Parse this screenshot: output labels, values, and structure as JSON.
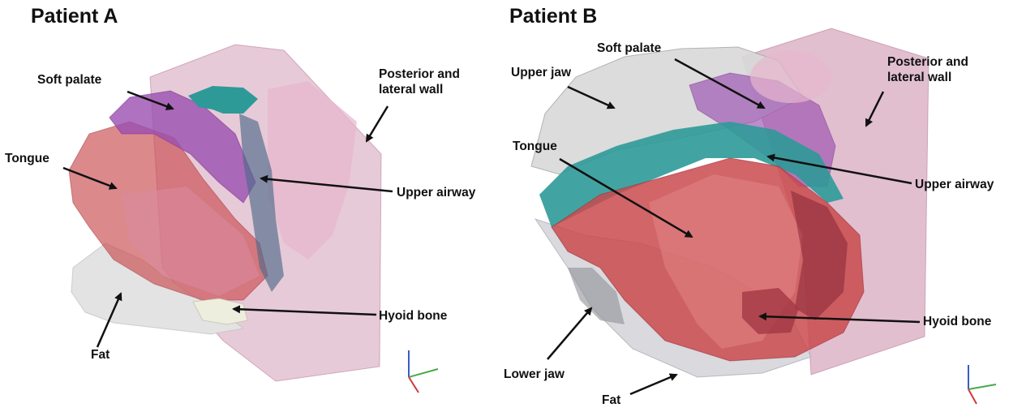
{
  "panels": [
    {
      "title": "Patient A",
      "labels": {
        "soft_palate": "Soft palate",
        "tongue": "Tongue",
        "fat": "Fat",
        "posterior_wall": "Posterior and\nlateral wall",
        "upper_airway": "Upper airway",
        "hyoid_bone": "Hyoid bone"
      }
    },
    {
      "title": "Patient B",
      "labels": {
        "upper_jaw": "Upper jaw",
        "soft_palate": "Soft palate",
        "posterior_wall": "Posterior and\nlateral wall",
        "tongue": "Tongue",
        "upper_airway": "Upper airway",
        "hyoid_bone": "Hyoid bone",
        "lower_jaw": "Lower jaw",
        "fat": "Fat"
      }
    }
  ],
  "colors": {
    "posterior_wall": "#c98aa8",
    "soft_palate": "#9a4fb0",
    "tongue": "#c94a4e",
    "upper_airway": "#2e9a98",
    "fat": "#e3e3e3",
    "hyoid_bone": "#eeeede",
    "upper_jaw": "#d8d8d8",
    "axis_x": "#d0393b",
    "axis_y": "#4aa84a",
    "axis_z": "#3b5cc8"
  }
}
